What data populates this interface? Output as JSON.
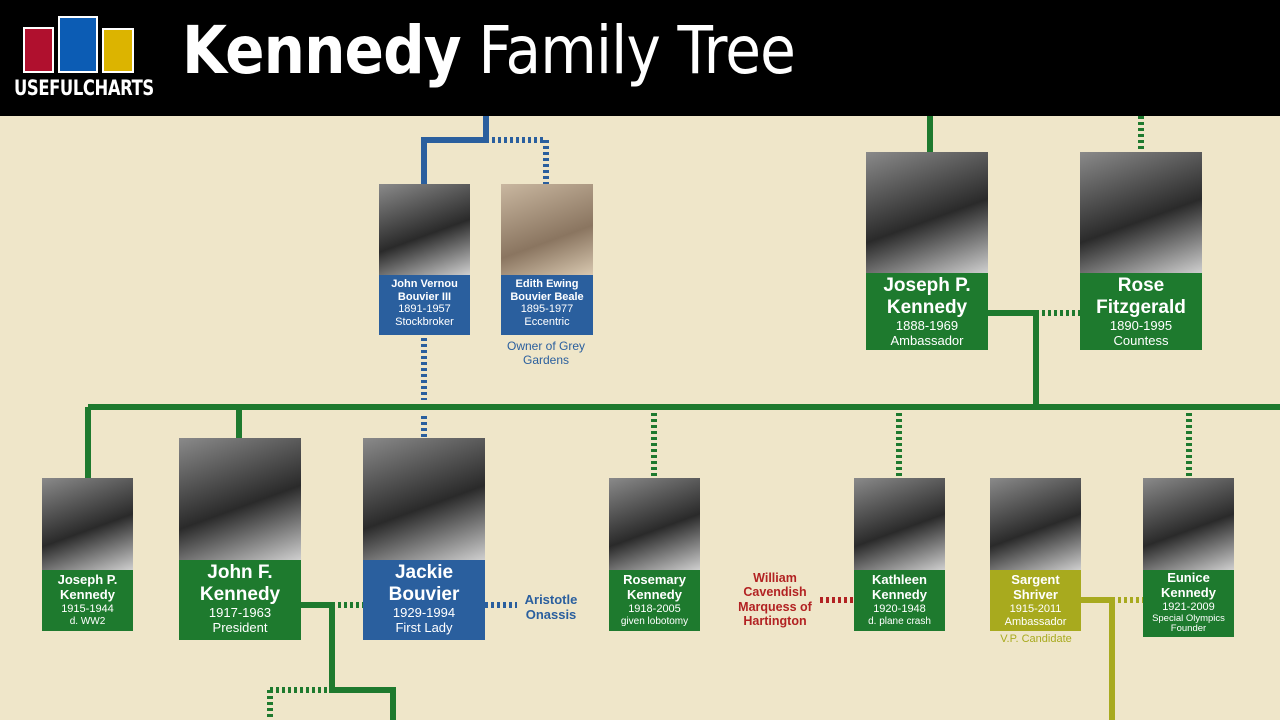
{
  "header": {
    "logo_text": "USEFULCHARTS",
    "title_bold": "Kennedy",
    "title_rest": "Family Tree"
  },
  "colors": {
    "kennedy": "#1e7a2e",
    "bouvier": "#2a5f9e",
    "shriver": "#a8aa1e",
    "cavendish": "#b22222",
    "background": "#efe6c9"
  },
  "people": {
    "john_bouvier": {
      "name1": "John Vernou",
      "name2": "Bouvier III",
      "years": "1891-1957",
      "role": "Stockbroker"
    },
    "edith": {
      "name1": "Edith Ewing",
      "name2": "Bouvier Beale",
      "years": "1895-1977",
      "role": "Eccentric",
      "note": "Owner of Grey Gardens"
    },
    "joseph_sr": {
      "name1": "Joseph P.",
      "name2": "Kennedy",
      "years": "1888-1969",
      "role": "Ambassador"
    },
    "rose": {
      "name1": "Rose",
      "name2": "Fitzgerald",
      "years": "1890-1995",
      "role": "Countess"
    },
    "joseph_jr": {
      "name1": "Joseph P.",
      "name2": "Kennedy",
      "years": "1915-1944",
      "role": "d. WW2"
    },
    "jfk": {
      "name1": "John F.",
      "name2": "Kennedy",
      "years": "1917-1963",
      "role": "President"
    },
    "jackie": {
      "name1": "Jackie",
      "name2": "Bouvier",
      "years": "1929-1994",
      "role": "First Lady"
    },
    "onassis": {
      "name": "Aristotle Onassis"
    },
    "rosemary": {
      "name1": "Rosemary",
      "name2": "Kennedy",
      "years": "1918-2005",
      "role": "given lobotomy"
    },
    "cavendish": {
      "name": "William Cavendish Marquess of Hartington"
    },
    "kathleen": {
      "name1": "Kathleen",
      "name2": "Kennedy",
      "years": "1920-1948",
      "role": "d. plane crash"
    },
    "sargent": {
      "name1": "Sargent",
      "name2": "Shriver",
      "years": "1915-2011",
      "role": "Ambassador",
      "note": "V.P. Candidate"
    },
    "eunice": {
      "name1": "Eunice",
      "name2": "Kennedy",
      "years": "1921-2009",
      "role": "Special Olympics Founder"
    }
  }
}
